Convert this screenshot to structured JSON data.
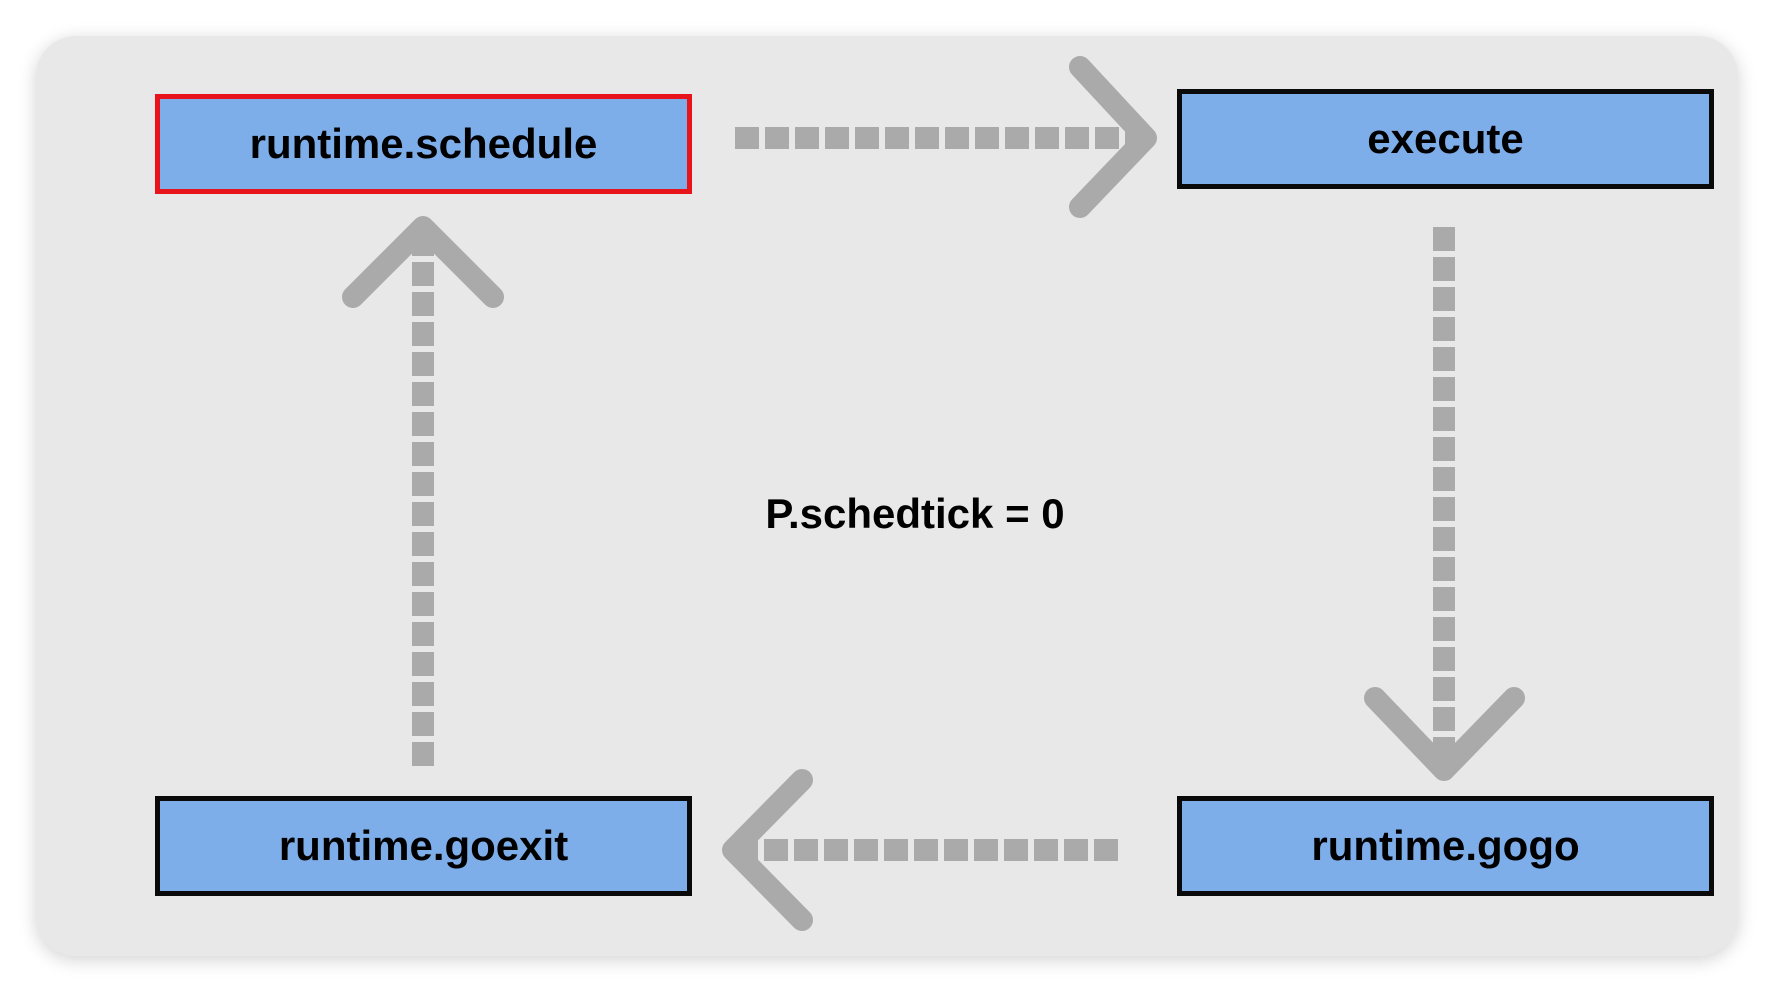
{
  "diagram": {
    "nodes": {
      "schedule": {
        "label": "runtime.schedule",
        "highlighted": true
      },
      "execute": {
        "label": "execute"
      },
      "gogo": {
        "label": "runtime.gogo"
      },
      "goexit": {
        "label": "runtime.goexit"
      }
    },
    "center_label": "P.schedtick = 0",
    "edges": [
      {
        "from": "runtime.schedule",
        "to": "execute"
      },
      {
        "from": "execute",
        "to": "runtime.gogo"
      },
      {
        "from": "runtime.gogo",
        "to": "runtime.goexit"
      },
      {
        "from": "runtime.goexit",
        "to": "runtime.schedule"
      }
    ]
  },
  "colors": {
    "panel_background": "#e8e8e8",
    "node_fill": "#7eaeea",
    "node_border": "#0a0a0a",
    "highlight_border": "#e8141c",
    "arrow": "#aaaaaa"
  }
}
